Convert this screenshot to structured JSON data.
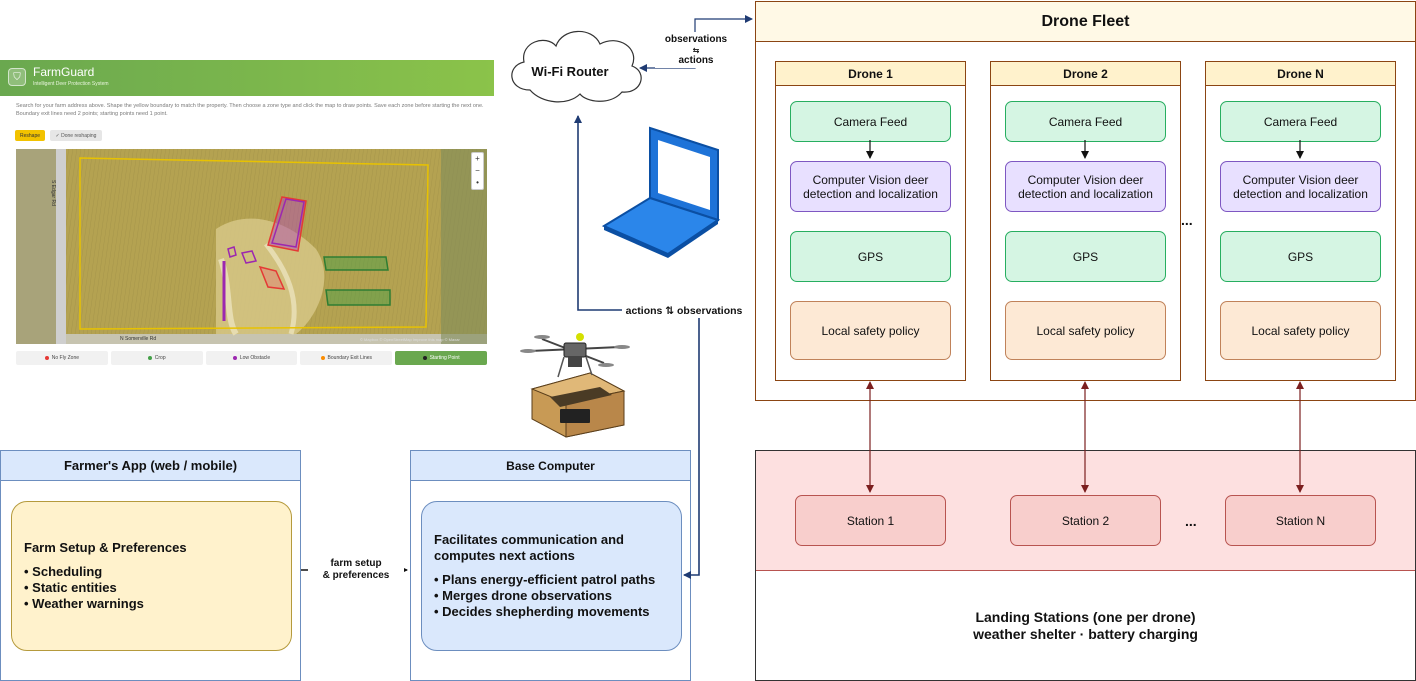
{
  "farmguard": {
    "title": "FarmGuard",
    "subtitle": "Intelligent Deer Protection System",
    "instructions": "Search for your farm address above. Shape the yellow boundary to match the property. Then choose a zone type and click the map to draw points. Save each zone before starting the next one. Boundary exit lines need 2 points; starting points need 1 point.",
    "btn_primary": "Reshape",
    "btn_secondary": "✓ Done reshaping",
    "zoom_in": "+",
    "zoom_out": "−",
    "zoom_reset": "•",
    "map_road_label": "S Edgar Rd",
    "map_bottom_label": "N Somerville Rd",
    "map_attribution": "© Mapbox © OpenStreetMap Improve this map © Maxar",
    "legend": [
      {
        "label": "No Fly Zone",
        "color": "#e53935"
      },
      {
        "label": "Crop",
        "color": "#43a047"
      },
      {
        "label": "Low Obstacle",
        "color": "#9c27b0"
      },
      {
        "label": "Boundary Exit Lines",
        "color": "#fb8c00"
      },
      {
        "label": "Starting Point",
        "color": "#222222"
      }
    ]
  },
  "wifi": {
    "label": "Wi-Fi Router"
  },
  "edges": {
    "obs_actions_1": "observations",
    "obs_actions_arrow": "⇆",
    "obs_actions_2": "actions",
    "actions_observations": "actions ⇅ observations",
    "farm_setup_1": "farm setup",
    "farm_setup_2": "& preferences"
  },
  "farmer_app": {
    "title": "Farmer's App (web / mobile)",
    "heading": "Farm Setup & Preferences",
    "bullets": [
      "• Scheduling",
      "• Static entities",
      "• Weather warnings"
    ]
  },
  "base_computer": {
    "title": "Base Computer",
    "heading_1": "Facilitates communication and",
    "heading_2": "computes next actions",
    "bullets": [
      "• Plans energy-efficient patrol paths",
      "• Merges drone observations",
      "• Decides shepherding movements"
    ]
  },
  "drone_fleet": {
    "title": "Drone Fleet",
    "ellipsis": "...",
    "drones": [
      {
        "name": "Drone 1",
        "camera": "Camera Feed",
        "cv_1": "Computer Vision deer",
        "cv_2": "detection and localization",
        "gps": "GPS",
        "safety": "Local safety policy"
      },
      {
        "name": "Drone 2",
        "camera": "Camera Feed",
        "cv_1": "Computer Vision deer",
        "cv_2": "detection and localization",
        "gps": "GPS",
        "safety": "Local safety policy"
      },
      {
        "name": "Drone N",
        "camera": "Camera Feed",
        "cv_1": "Computer Vision deer",
        "cv_2": "detection and localization",
        "gps": "GPS",
        "safety": "Local safety policy"
      }
    ]
  },
  "landing_stations": {
    "stations": [
      "Station 1",
      "Station 2",
      "Station N"
    ],
    "ellipsis": "...",
    "label_1": "Landing Stations (one per drone)",
    "label_2": "weather shelter · battery charging"
  },
  "colors": {
    "blue_header": "#dae8fc",
    "blue_border": "#6c8ebf",
    "yellow_box": "#fff2cc",
    "green_box": "#d5f5e3",
    "purple_box": "#e8e0ff",
    "orange_box": "#fde9d5",
    "station_box": "#f8cecc",
    "edge_dark_blue": "#1f3b73",
    "edge_dark_red": "#7b1f1f"
  }
}
